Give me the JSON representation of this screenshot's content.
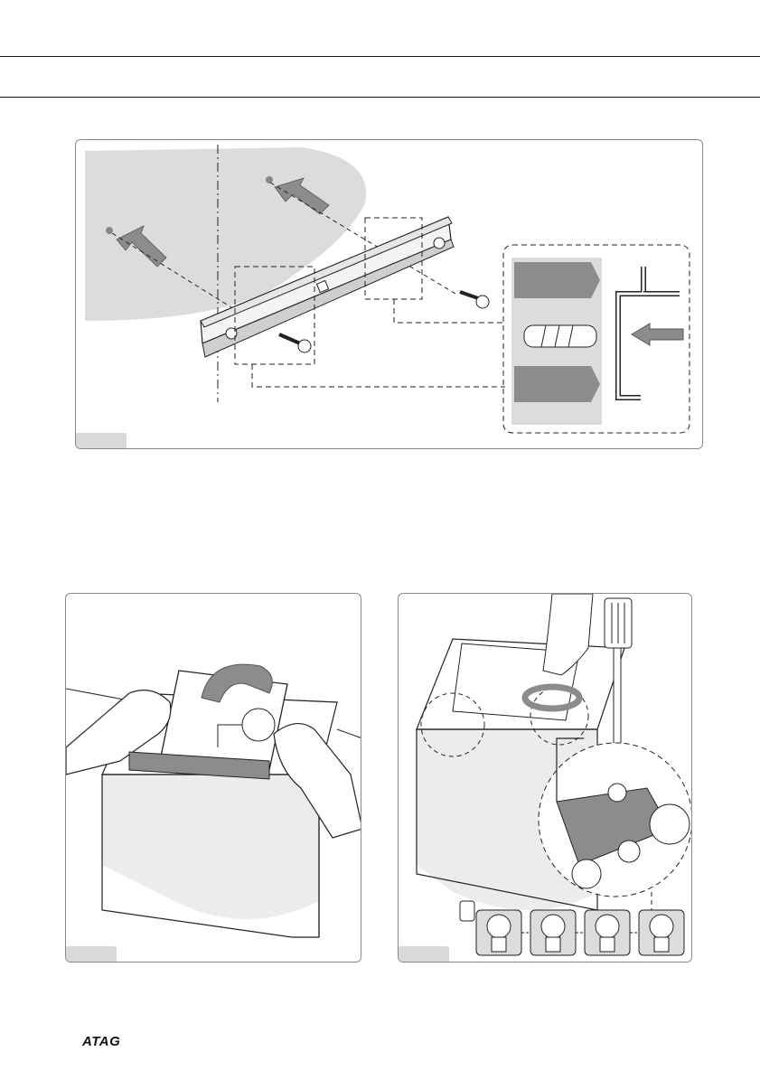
{
  "brand": {
    "logo_text": "ATAG"
  },
  "figures": {
    "top": {
      "name": "wall-bracket-mounting"
    },
    "bottom_left": {
      "name": "filter-cover-rotation"
    },
    "bottom_right": {
      "name": "screw-fixing"
    }
  },
  "colors": {
    "wall_shade": "#dcdcdc",
    "arrow_fill": "#8c8c8c",
    "frame": "#8a8a8a",
    "tab": "#d9d9d9",
    "text": "#111111"
  }
}
